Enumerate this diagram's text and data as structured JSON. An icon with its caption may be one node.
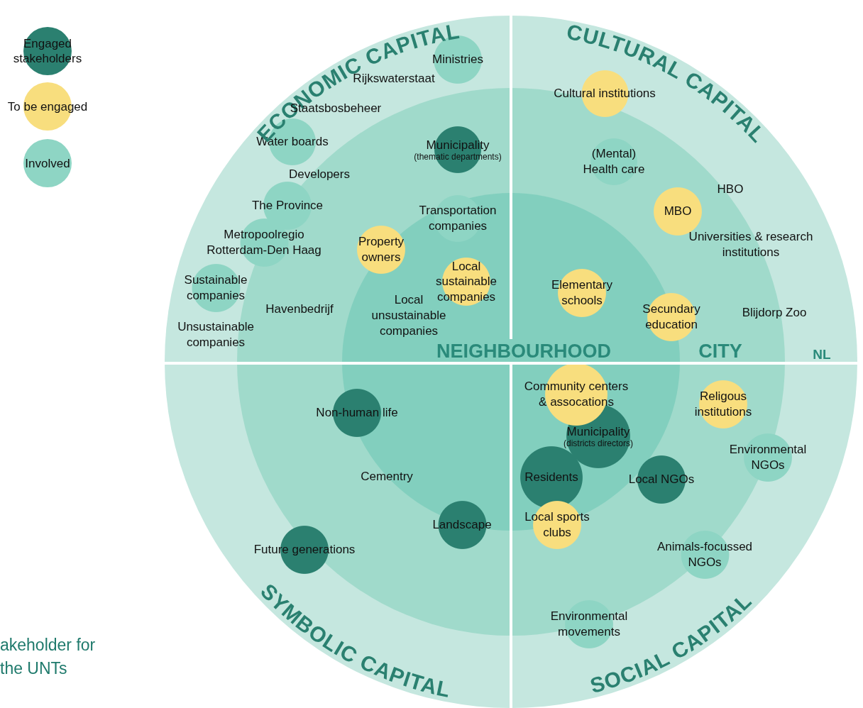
{
  "diagram": {
    "nodes": [
      {
        "text": [
          "NL"
        ]
      },
      {
        "text": [
          "CITY"
        ],
        "in": 0
      },
      {
        "text": [
          "NEIGHBOURHOOD"
        ],
        "in": 1
      },
      {
        "text": [
          "Ministries"
        ],
        "in": 0
      },
      {
        "text": [
          "Cultural institutions"
        ],
        "in": 0
      },
      {
        "text": [
          "Water boards"
        ],
        "in": 1
      },
      {
        "text": [
          "Municipality",
          "(thematic departments)"
        ],
        "in": 1
      },
      {
        "text": [
          "(Mental) Health care"
        ],
        "in": 1
      },
      {
        "text": [
          "The Province"
        ],
        "in": 1
      },
      {
        "text": [
          "MBO"
        ],
        "in": 1
      },
      {
        "text": [
          "Transportation companies"
        ],
        "in": 2
      },
      {
        "text": [
          "Metropoolregio Rotterdam-Den Haag"
        ],
        "in": 0
      },
      {
        "text": [
          "Property owners"
        ],
        "in": 2
      },
      {
        "text": [
          "Local sustainable companies"
        ],
        "in": 2
      },
      {
        "text": [
          "Sustainable companies"
        ],
        "in": 0
      },
      {
        "text": [
          "Elementary schools"
        ],
        "in": 2
      },
      {
        "text": [
          "Secundary education"
        ],
        "in": 1
      },
      {
        "text": [
          "Community centers & assocations"
        ],
        "in": 2
      },
      {
        "text": [
          "Religous institutions"
        ],
        "in": 1
      },
      {
        "text": [
          "Non-human life"
        ],
        "in": 1
      },
      {
        "text": [
          "Municipality",
          "(districts directors)"
        ],
        "in": 2
      },
      {
        "text": [
          "Environmental NGOs"
        ],
        "in": 0
      },
      {
        "text": [
          "Residents"
        ],
        "in": 2
      },
      {
        "text": [
          "Local NGOs"
        ],
        "in": 1
      },
      {
        "text": [
          "Landscape"
        ],
        "in": 1
      },
      {
        "text": [
          "Local sports clubs"
        ],
        "in": 1
      },
      {
        "text": [
          "Future generations"
        ],
        "in": 1
      },
      {
        "text": [
          "Animals-focussed NGOs"
        ],
        "in": 1
      },
      {
        "text": [
          "Environmental movements"
        ],
        "in": 0
      }
    ],
    "labels": [
      "ECONOMIC CAPITAL",
      "CULTURAL CAPITAL",
      "Rijkswaterstaat",
      "Staatsbosbeheer",
      "Developers",
      "HBO",
      "Universities & research institutions",
      "Havenbedrijf",
      "Blijdorp Zoo",
      "Local unsustainable companies",
      "Unsustainable companies",
      "Cementry",
      "SYMBOLIC CAPITAL",
      "SOCIAL CAPITAL",
      "akeholder for the UNTs"
    ],
    "legend": [
      {
        "text": "Engaged stakeholders",
        "color": "#2b8070"
      },
      {
        "text": "To be engaged",
        "color": "#f8de7e"
      },
      {
        "text": "Involved",
        "color": "#8ed5c4"
      }
    ]
  }
}
